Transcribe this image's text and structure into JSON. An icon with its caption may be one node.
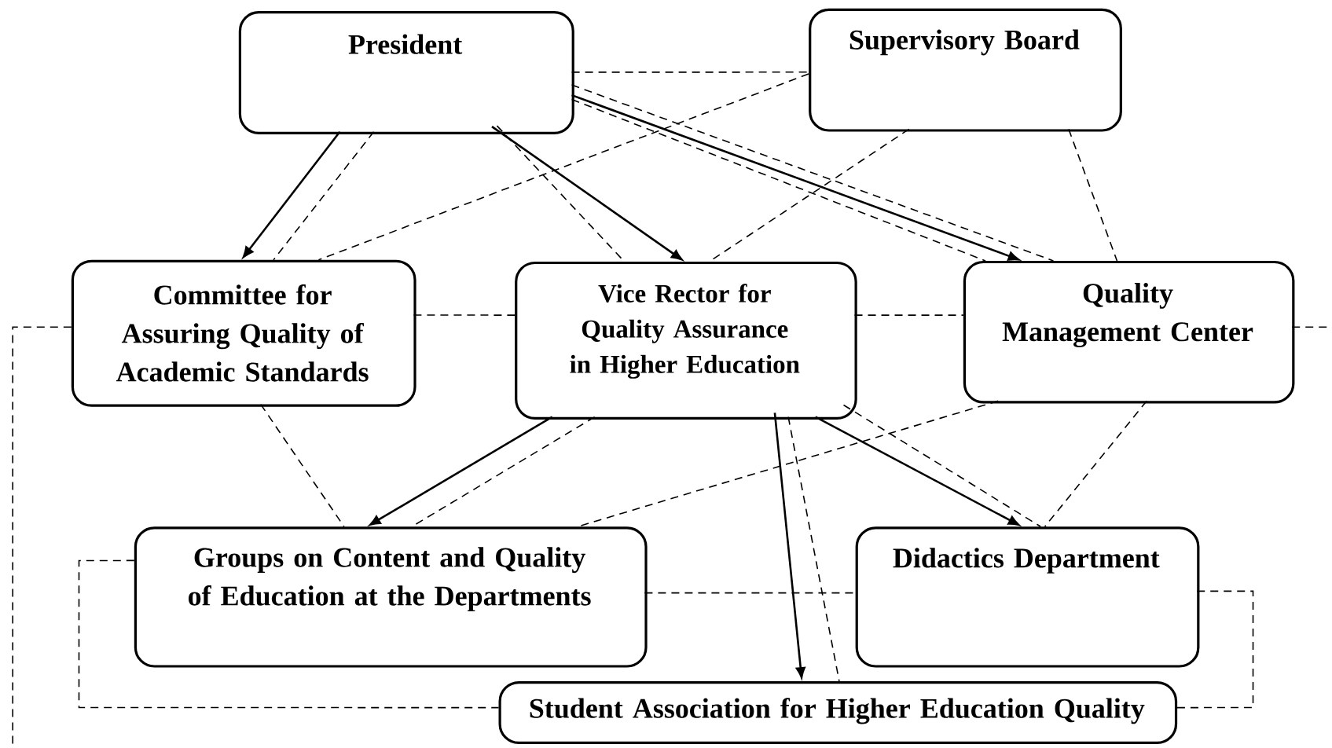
{
  "diagram": {
    "nodes": [
      {
        "text": [
          "President"
        ]
      },
      {
        "text": [
          "Supervisory Board"
        ]
      },
      {
        "text": [
          "Committee for Assuring Quality of Academic Standards"
        ]
      },
      {
        "text": [
          "Vice Rector for Quality Assurance in Higher Education"
        ]
      },
      {
        "text": [
          "Quality Management Center"
        ]
      },
      {
        "text": [
          "Groups on Content and Quality of Education at the Departments"
        ]
      },
      {
        "text": [
          "Didactics Department"
        ]
      },
      {
        "text": [
          "Student Association for Higher Education Quality"
        ]
      }
    ],
    "edges": [
      {
        "from": 0,
        "to": 2,
        "arrow": "to"
      },
      {
        "from": 0,
        "to": 3,
        "arrow": "to"
      },
      {
        "from": 0,
        "to": 4,
        "arrow": "to"
      },
      {
        "from": 3,
        "to": 5,
        "arrow": "to"
      },
      {
        "from": 3,
        "to": 7,
        "arrow": "to"
      },
      {
        "from": 3,
        "to": 6,
        "arrow": "to"
      },
      {
        "from": 0,
        "to": 1,
        "arrow": "none",
        "style": "dashed"
      },
      {
        "from": 1,
        "to": 2,
        "arrow": "none",
        "style": "dashed"
      },
      {
        "from": 0,
        "to": 2,
        "arrow": "none",
        "style": "dashed"
      },
      {
        "from": 0,
        "to": 3,
        "arrow": "none",
        "style": "dashed"
      },
      {
        "from": 0,
        "to": 4,
        "arrow": "none",
        "style": "dashed"
      },
      {
        "from": 0,
        "to": 4,
        "arrow": "none",
        "style": "dashed"
      },
      {
        "from": 1,
        "to": 3,
        "arrow": "none",
        "style": "dashed"
      },
      {
        "from": 1,
        "to": 4,
        "arrow": "none",
        "style": "dashed"
      },
      {
        "from": 2,
        "to": 3,
        "arrow": "none",
        "style": "dashed"
      },
      {
        "from": 3,
        "to": 4,
        "arrow": "none",
        "style": "dashed"
      },
      {
        "from": 2,
        "to": 5,
        "arrow": "none",
        "style": "dashed"
      },
      {
        "from": 3,
        "to": 5,
        "arrow": "none",
        "style": "dashed"
      },
      {
        "from": 4,
        "to": 5,
        "arrow": "none",
        "style": "dashed"
      },
      {
        "from": 3,
        "to": 6,
        "arrow": "none",
        "style": "dashed"
      },
      {
        "from": 4,
        "to": 6,
        "arrow": "none",
        "style": "dashed"
      },
      {
        "from": 3,
        "to": 7,
        "arrow": "none",
        "style": "dashed"
      },
      {
        "from": 5,
        "to": 6,
        "arrow": "none",
        "style": "dashed"
      },
      {
        "from": 5,
        "to": 7,
        "arrow": "none",
        "style": "dashed"
      },
      {
        "from": 6,
        "to": 7,
        "arrow": "none",
        "style": "dashed"
      },
      {
        "from": 2,
        "to": null,
        "arrow": "none",
        "style": "dashed"
      },
      {
        "from": 4,
        "to": null,
        "arrow": "none",
        "style": "dashed"
      }
    ]
  }
}
